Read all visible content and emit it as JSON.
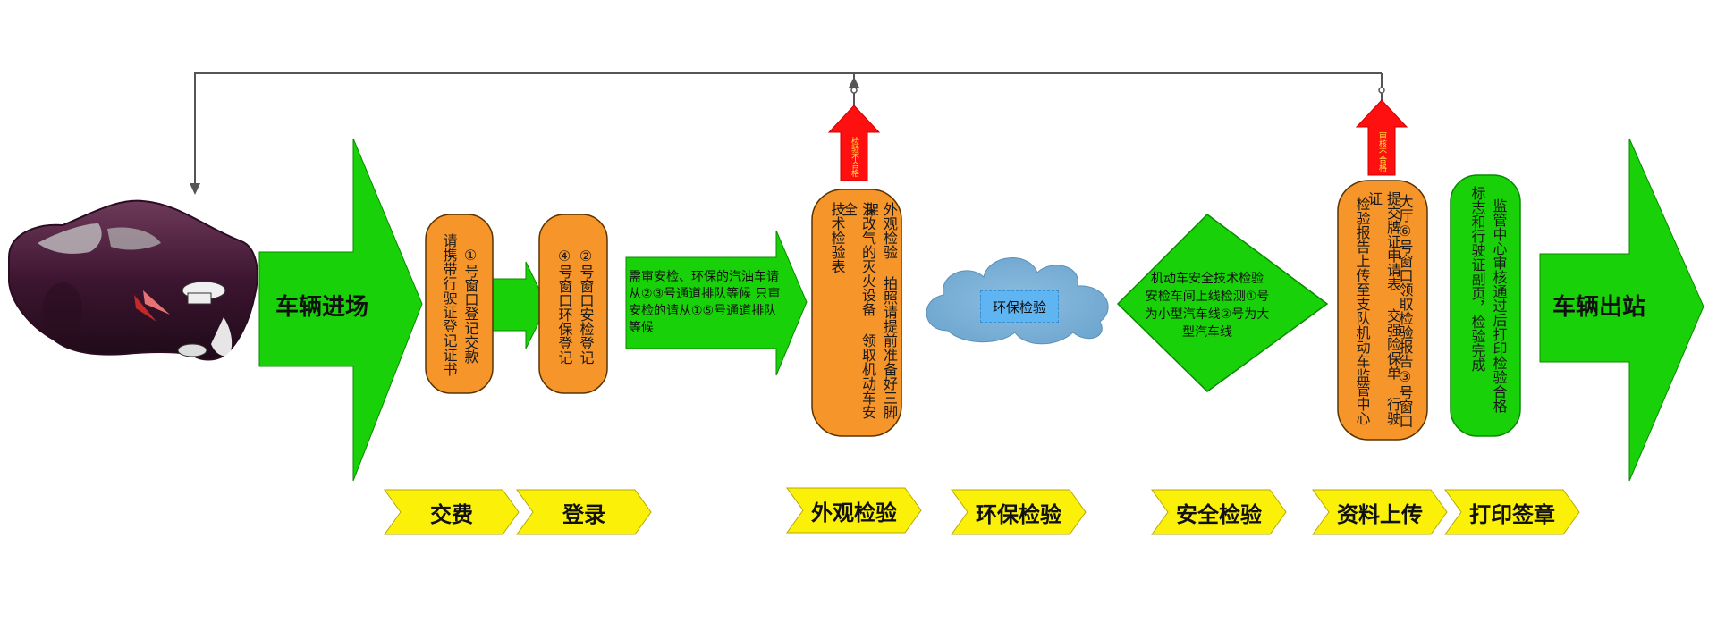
{
  "colors": {
    "green": "#19d108",
    "orange": "#f6952a",
    "yellow": "#fbf108",
    "red": "#ff1010",
    "cloud": "#7fb1d6",
    "cloud_label_bg": "#5fb4f2",
    "line": "#555555"
  },
  "entry": {
    "label": "车辆进场"
  },
  "exit": {
    "label": "车辆出站"
  },
  "steps": {
    "fee_box": {
      "col1": "请携带行驶证登记证书",
      "col2": "①号窗口登记交款"
    },
    "register_box": {
      "col1": "②号窗口安检登记",
      "col2": "④号窗口环保登记"
    },
    "queue_note": "需审安检、环保的汽油车请从②③号通道排队等候 只审安检的请从①⑤号通道排队等候",
    "appearance_box": {
      "col1": "外观检验 拍照请提前准备好三脚架",
      "col2": "油改气的灭火设备 领取机动车安全",
      "col3": "技术检验表"
    },
    "env_cloud": "环保检验",
    "safety_diamond": "机动车安全技术检验 安检车间上线检测①号为小型汽车线②号为大型汽车线",
    "upload_box": {
      "col1": "大厅⑥号窗口领取检验报告③号窗口",
      "col2": "提交牌证申请表 交强险保单 行驶证",
      "col3": "检验报告上传至支队机动车监管中心"
    },
    "print_box": {
      "col1": "监管中心审核通过后打印检验合格",
      "col2": "标志和行驶证副页，检验完成"
    }
  },
  "red_arrows": [
    {
      "label": "检验不合格"
    },
    {
      "label": "审核不合格"
    }
  ],
  "badges": [
    "交费",
    "登录",
    "外观检验",
    "环保检验",
    "安全检验",
    "资料上传",
    "打印签章"
  ]
}
